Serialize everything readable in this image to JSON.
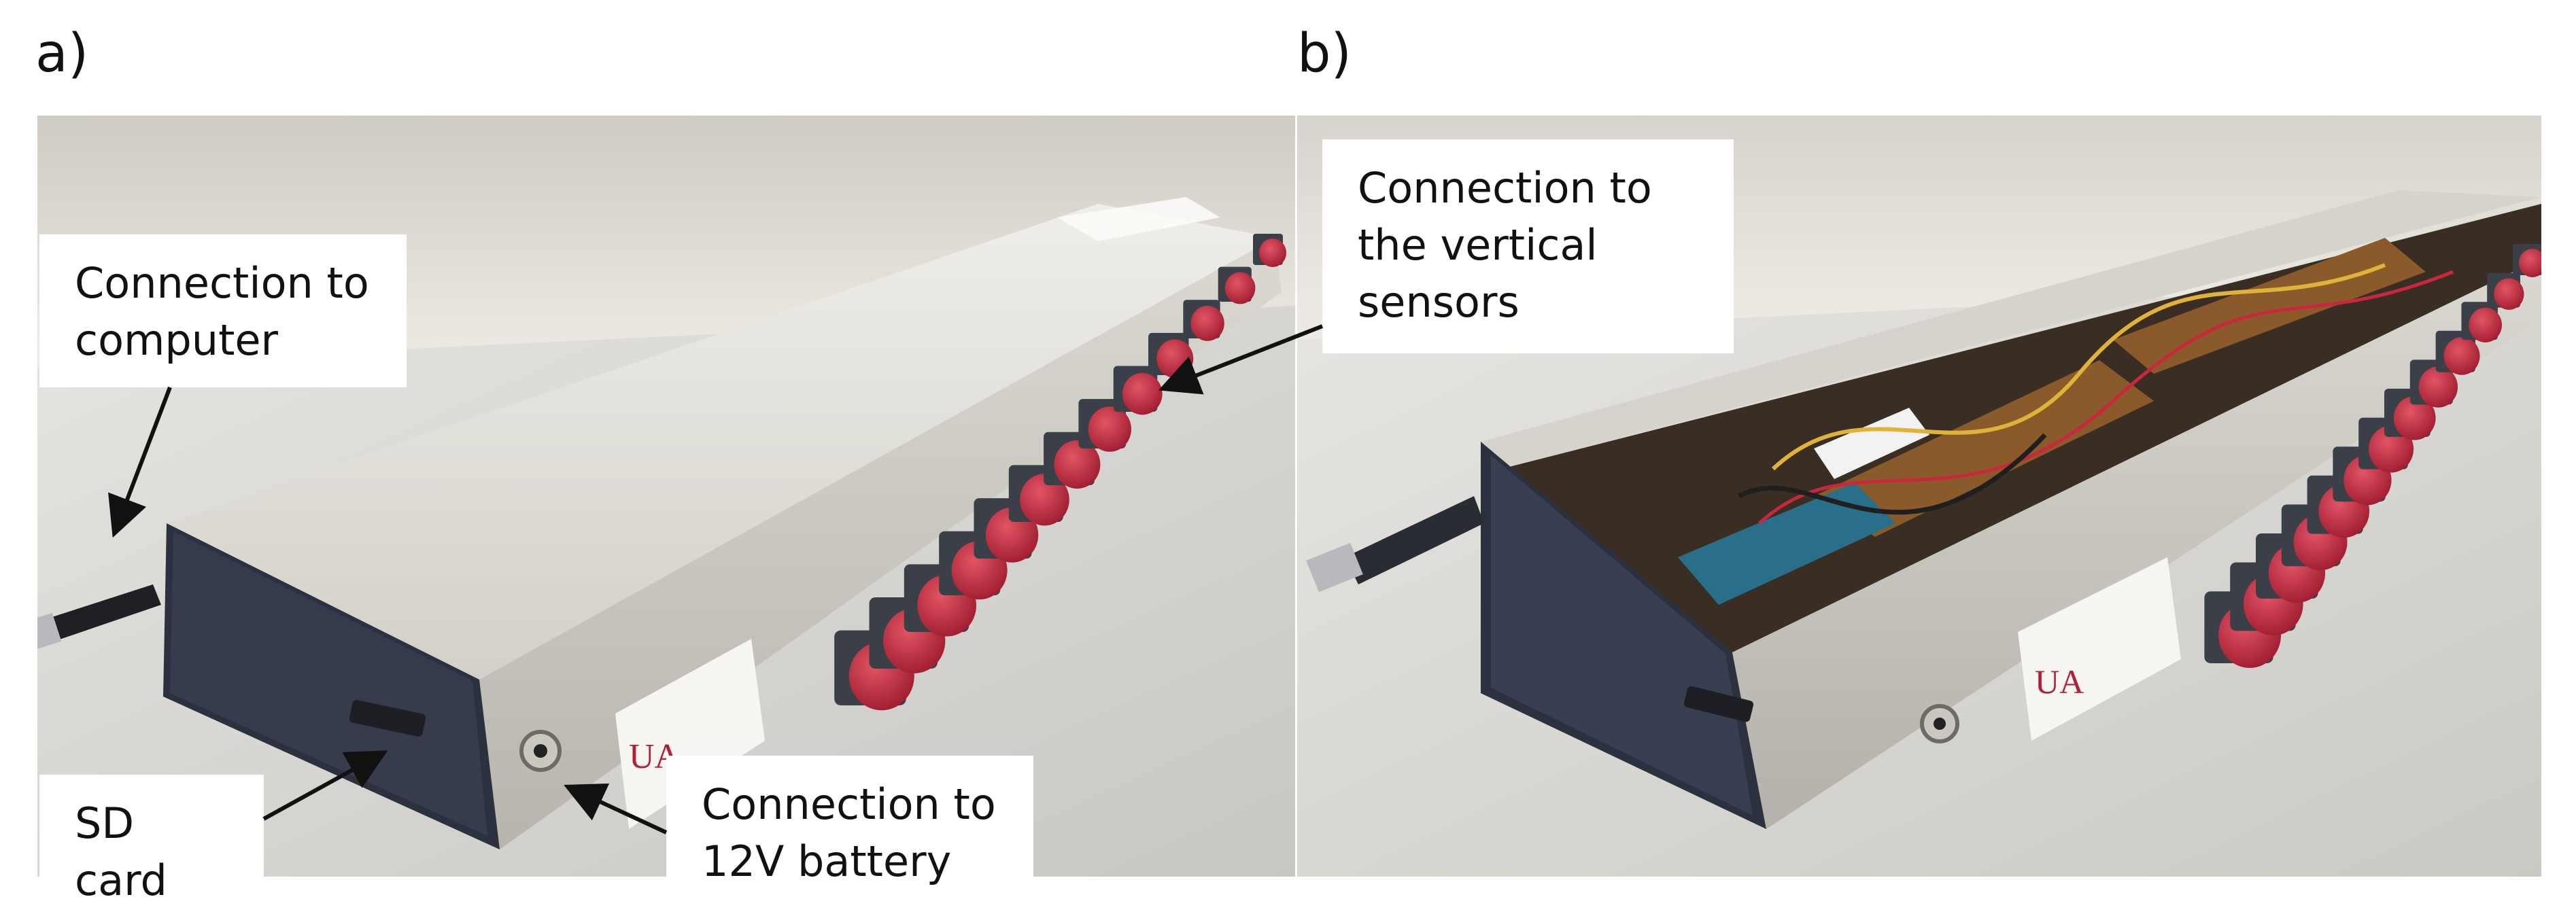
{
  "panels": [
    {
      "letter": "a)",
      "callouts": {
        "computer": "Connection to\ncomputer",
        "sd_card": "SD card",
        "battery": "Connection to\n12V battery"
      }
    },
    {
      "letter": "b)",
      "callouts": {
        "vertical_sensors": "Connection to\nthe vertical\nsensors"
      }
    }
  ],
  "colors": {
    "button_red": "#c8283d",
    "box_grey": "#d9d7cf",
    "end_cap": "#2c3140",
    "wall": "#ece9e3",
    "table": "#d6d4d0",
    "pcb": "#8a5a2b",
    "arduino": "#2a6f8a"
  }
}
